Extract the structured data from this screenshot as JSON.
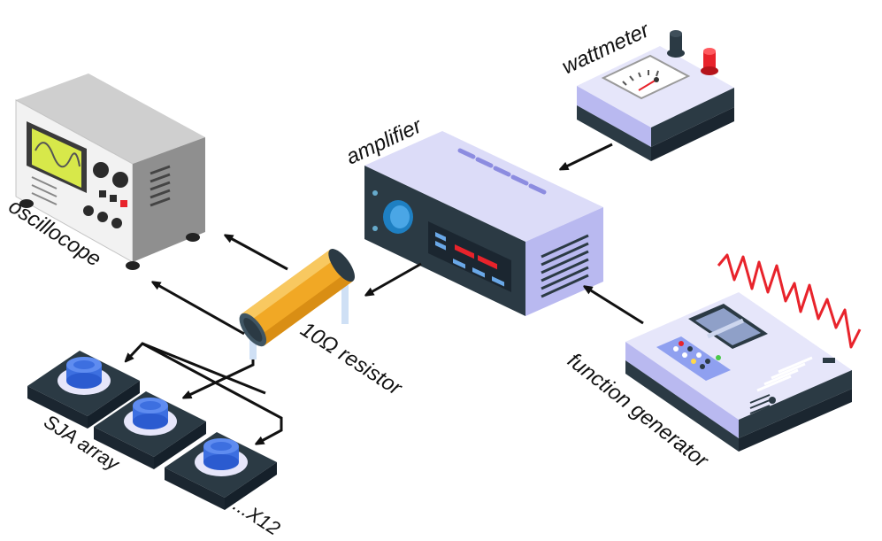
{
  "labels": {
    "wattmeter": "wattmeter",
    "amplifier": "amplifier",
    "oscilloscope": "oscillocope",
    "resistor": "10Ω resistor",
    "function_generator": "function generator",
    "sja_array": "SJA array",
    "count": "...X12"
  },
  "colors": {
    "device_light": "#dcdcf8",
    "device_mid": "#b9b9f0",
    "device_dark": "#2b3a44",
    "oscilloscope_body": "#d9d9d9",
    "screen": "#d7e84a",
    "resistor": "#f1a825",
    "signal_red": "#e8232b",
    "transducer_blue": "#3d6fe0",
    "arrow": "#111111"
  },
  "icons": {
    "oscilloscope": "oscilloscope-icon",
    "amplifier": "amplifier-icon",
    "wattmeter": "wattmeter-icon",
    "function_generator": "function-generator-icon",
    "resistor": "resistor-icon",
    "transducer": "transducer-icon"
  }
}
